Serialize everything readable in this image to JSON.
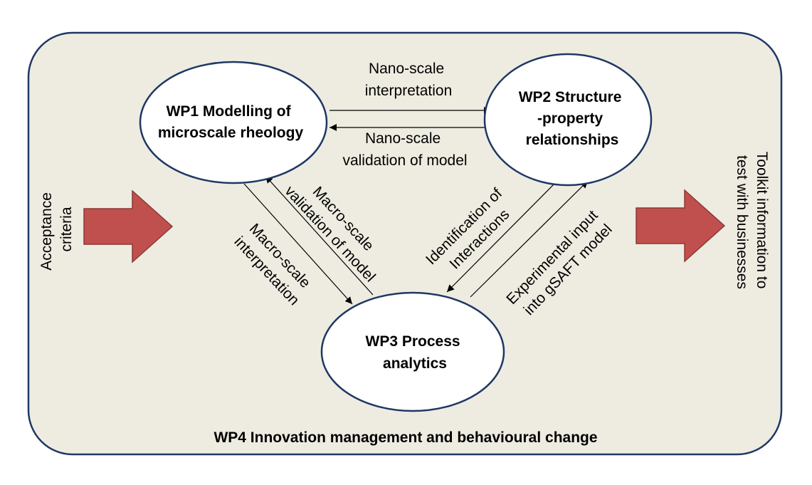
{
  "colors": {
    "panel_fill": "#eeece1",
    "panel_stroke": "#1f3864",
    "ellipse_fill": "#ffffff",
    "ellipse_stroke": "#1f3864",
    "arrow_fill": "#c0504d",
    "arrow_stroke": "#8c3836",
    "line": "#000000"
  },
  "wp1": {
    "line1": "WP1 Modelling of",
    "line2": "microscale rheology"
  },
  "wp2": {
    "line1": "WP2 Structure",
    "line2": "-property",
    "line3": "relationships"
  },
  "wp3": {
    "line1": "WP3 Process",
    "line2": "analytics"
  },
  "wp4_title": "WP4 Innovation management and behavioural change",
  "edges": {
    "nano_interp": {
      "line1": "Nano-scale",
      "line2": "interpretation"
    },
    "nano_valid": {
      "line1": "Nano-scale",
      "line2": "validation of model"
    },
    "macro_interp": {
      "line1": "Macro-scale",
      "line2": "interpretation"
    },
    "macro_valid": {
      "line1": "Macro-scale",
      "line2": "validation of model"
    },
    "ident": {
      "line1": "Identification of",
      "line2": "Interactions"
    },
    "exp": {
      "line1": "Experimental input",
      "line2": "into gSAFT model"
    }
  },
  "input": {
    "line1": "Acceptance",
    "line2": "criteria"
  },
  "output": {
    "line1": "Toolkit information to",
    "line2": "test with businesses"
  },
  "icons": {
    "input_arrow": "right-arrow-icon",
    "output_arrow": "right-arrow-icon"
  }
}
